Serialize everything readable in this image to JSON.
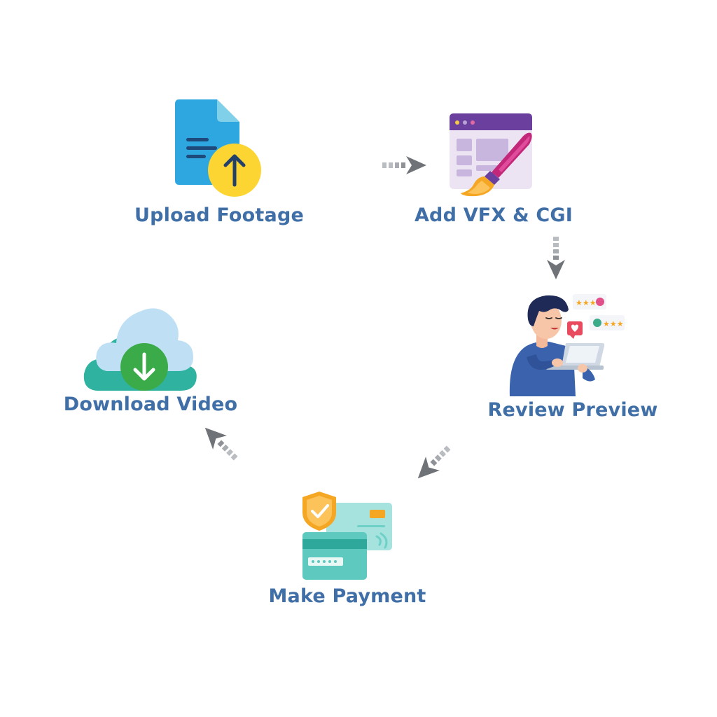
{
  "steps": [
    {
      "id": "upload",
      "label": "Upload Footage",
      "icon": "upload-file-icon"
    },
    {
      "id": "vfx",
      "label": "Add VFX & CGI",
      "icon": "paint-brush-window-icon"
    },
    {
      "id": "review",
      "label": "Review Preview",
      "icon": "person-laptop-review-icon"
    },
    {
      "id": "payment",
      "label": "Make Payment",
      "icon": "credit-card-shield-icon"
    },
    {
      "id": "download",
      "label": "Download Video",
      "icon": "cloud-download-icon"
    }
  ],
  "colors": {
    "label": "#3f6fa6",
    "arrow_dark": "#6f7378",
    "arrow_light": "#b9bcc0",
    "file_blue": "#2ea7e0",
    "upload_yellow": "#fcd532",
    "window_purple": "#6a3f9e",
    "brush_pink": "#c2277a",
    "person_blue": "#3b63ad",
    "card_teal": "#6fd0c8",
    "shield_orange": "#f5a623",
    "cloud_light": "#bfe0f4",
    "cloud_teal": "#2fb3a0",
    "download_green": "#3bab4a"
  }
}
